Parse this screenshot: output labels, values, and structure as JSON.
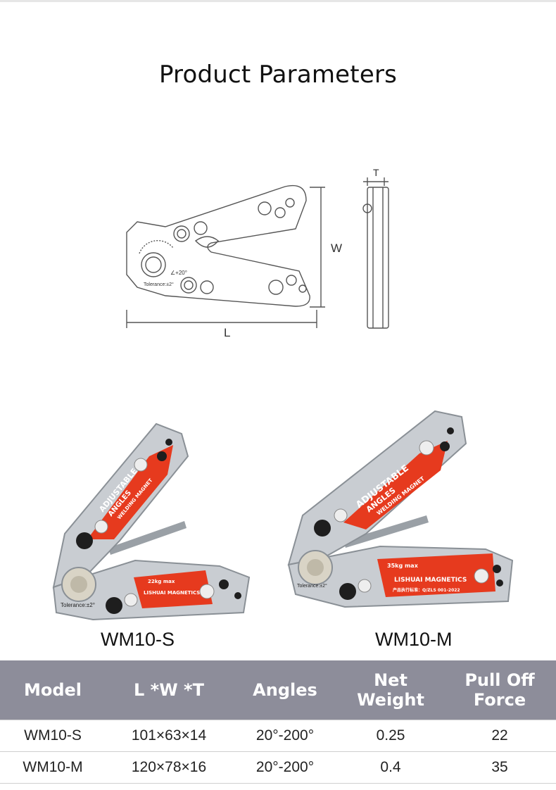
{
  "page": {
    "title": "Product Parameters"
  },
  "drawing": {
    "dim_length": "L",
    "dim_width": "W",
    "dim_thickness": "T",
    "tolerance": "Tolerance:±2°",
    "angle_mark": "∠+20°"
  },
  "products": [
    {
      "model": "WM10-S",
      "label_line1": "ADJUSTABLE",
      "label_line2": "ANGLES",
      "label_line3": "WELDING MAGNET",
      "max_load": "22kg max",
      "brand": "LISHUAI MAGNETICS",
      "tolerance": "Tolerance:±2°"
    },
    {
      "model": "WM10-M",
      "label_line1": "ADJUSTABLE",
      "label_line2": "ANGLES",
      "label_line3": "WELDING MAGNET",
      "max_load": "35kg max",
      "brand": "LISHUAI MAGNETICS",
      "standard": "产品执行标准：Q/ZLS 001-2022",
      "tolerance": "Tolerance:±2°"
    }
  ],
  "table": {
    "headers": [
      "Model",
      "L *W *T",
      "Angles",
      "Net Weight",
      "Pull Off Force"
    ],
    "rows": [
      [
        "WM10-S",
        "101×63×14",
        "20°-200°",
        "0.25",
        "22"
      ],
      [
        "WM10-M",
        "120×78×16",
        "20°-200°",
        "0.4",
        "35"
      ]
    ]
  },
  "colors": {
    "header_bg": "#8d8d9a",
    "label_red": "#e63a1e",
    "steel": "#c9cdd2"
  }
}
